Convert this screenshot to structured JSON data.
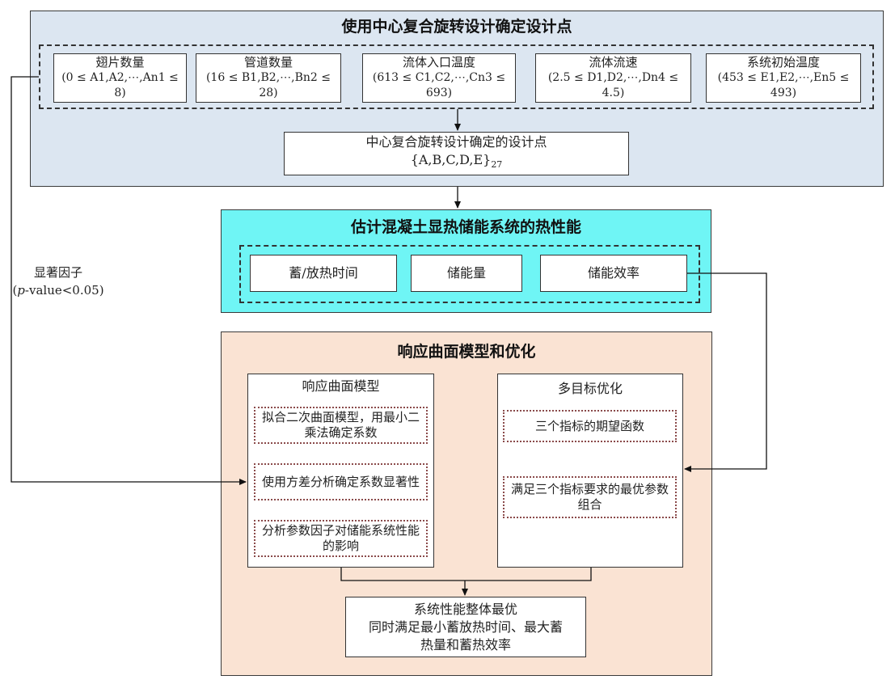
{
  "section1": {
    "title": "使用中心复合旋转设计确定设计点",
    "factors": [
      {
        "name": "翅片数量",
        "range": "(0 ≤ A1,A2,⋯,An1 ≤ 8)"
      },
      {
        "name": "管道数量",
        "range": "(16 ≤ B1,B2,⋯,Bn2 ≤ 28)"
      },
      {
        "name": "流体入口温度",
        "range": "(613 ≤ C1,C2,⋯,Cn3 ≤ 693)"
      },
      {
        "name": "流体流速",
        "range": "(2.5 ≤ D1,D2,⋯,Dn4 ≤ 4.5)"
      },
      {
        "name": "系统初始温度",
        "range": "(453 ≤ E1,E2,⋯,En5 ≤ 493)"
      }
    ],
    "design_points": {
      "line1": "中心复合旋转设计确定的设计点",
      "line2": "{A,B,C,D,E}",
      "sub": "27"
    }
  },
  "section2": {
    "title": "估计混凝土显热储能系统的热性能",
    "metrics": [
      "蓄/放热时间",
      "储能量",
      "储能效率"
    ]
  },
  "side_label": {
    "line1": "显著因子",
    "line2_italic": "p",
    "line2_rest": "-value<0.05)",
    "line2_prefix": "("
  },
  "section3": {
    "title": "响应曲面模型和优化",
    "rsm": {
      "title": "响应曲面模型",
      "steps": [
        "拟合二次曲面模型，用最小二乘法确定系数",
        "使用方差分析确定系数显著性",
        "分析参数因子对储能系统性能的影响"
      ]
    },
    "opt": {
      "title": "多目标优化",
      "steps": [
        "三个指标的期望函数",
        "满足三个指标要求的最优参数组合"
      ]
    },
    "result": {
      "line1": "系统性能整体最优",
      "line2": "同时满足最小蓄放热时间、最大蓄",
      "line3": "热量和蓄热效率"
    }
  }
}
